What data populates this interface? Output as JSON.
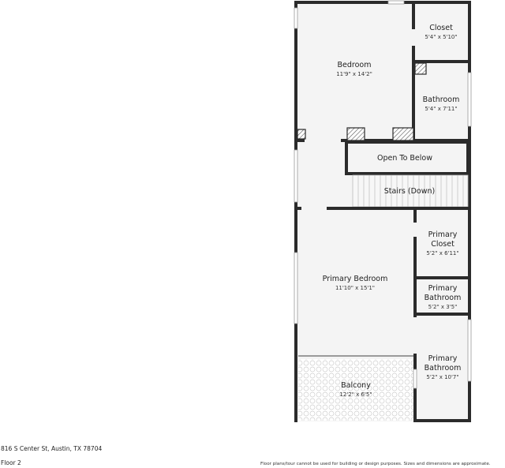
{
  "rooms": {
    "bedroom": {
      "name": "Bedroom",
      "dim": "11'9\" x 14'2\""
    },
    "closet": {
      "name": "Closet",
      "dim": "5'4\" x 5'10\""
    },
    "bathroom": {
      "name": "Bathroom",
      "dim": "5'4\" x 7'11\""
    },
    "open_to_below": {
      "name": "Open To Below"
    },
    "stairs": {
      "name": "Stairs (Down)"
    },
    "primary_bedroom": {
      "name": "Primary Bedroom",
      "dim": "11'10\" x 15'1\""
    },
    "primary_closet": {
      "name_line1": "Primary",
      "name_line2": "Closet",
      "dim": "5'2\" x 6'11\""
    },
    "primary_bathroom_small": {
      "name_line1": "Primary",
      "name_line2": "Bathroom",
      "dim": "5'2\" x 3'5\""
    },
    "primary_bathroom_large": {
      "name_line1": "Primary",
      "name_line2": "Bathroom",
      "dim": "5'2\" x 10'7\""
    },
    "balcony": {
      "name": "Balcony",
      "dim": "12'2\" x 6'5\""
    }
  },
  "footer": {
    "address": "816 S Center St, Austin, TX 78704",
    "floor": "Floor 2",
    "disclaimer": "Floor plans/tour cannot be used for building or design purposes. Sizes and dimensions are approximate."
  }
}
